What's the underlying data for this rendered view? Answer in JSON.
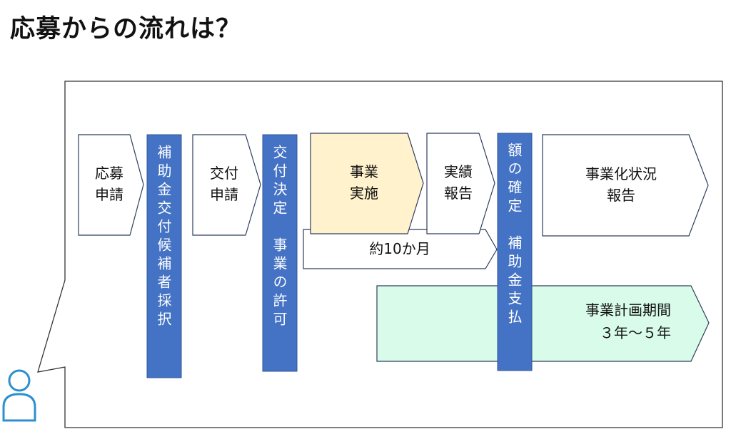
{
  "title": "応募からの流れは？",
  "steps": {
    "apply": "応募\n申請",
    "candidate": "補助金交付候補者採択",
    "grant_apply": "交付\n申請",
    "decision": "交付決定　事業の許可",
    "implementation": "事業\n実施",
    "results": "実績\n報告",
    "confirm": "額の確定　補助金支払",
    "status_report": "事業化状況\n報告"
  },
  "duration_label": "約10か月",
  "plan_period": {
    "line1": "事業計画期間",
    "line2": "３年～５年"
  },
  "colors": {
    "blue": "#4472C4",
    "yellow": "#FFF2CC",
    "mint": "#D9FBEA",
    "outline": "#2F3E5C"
  },
  "icons": {
    "person": "person-icon"
  }
}
